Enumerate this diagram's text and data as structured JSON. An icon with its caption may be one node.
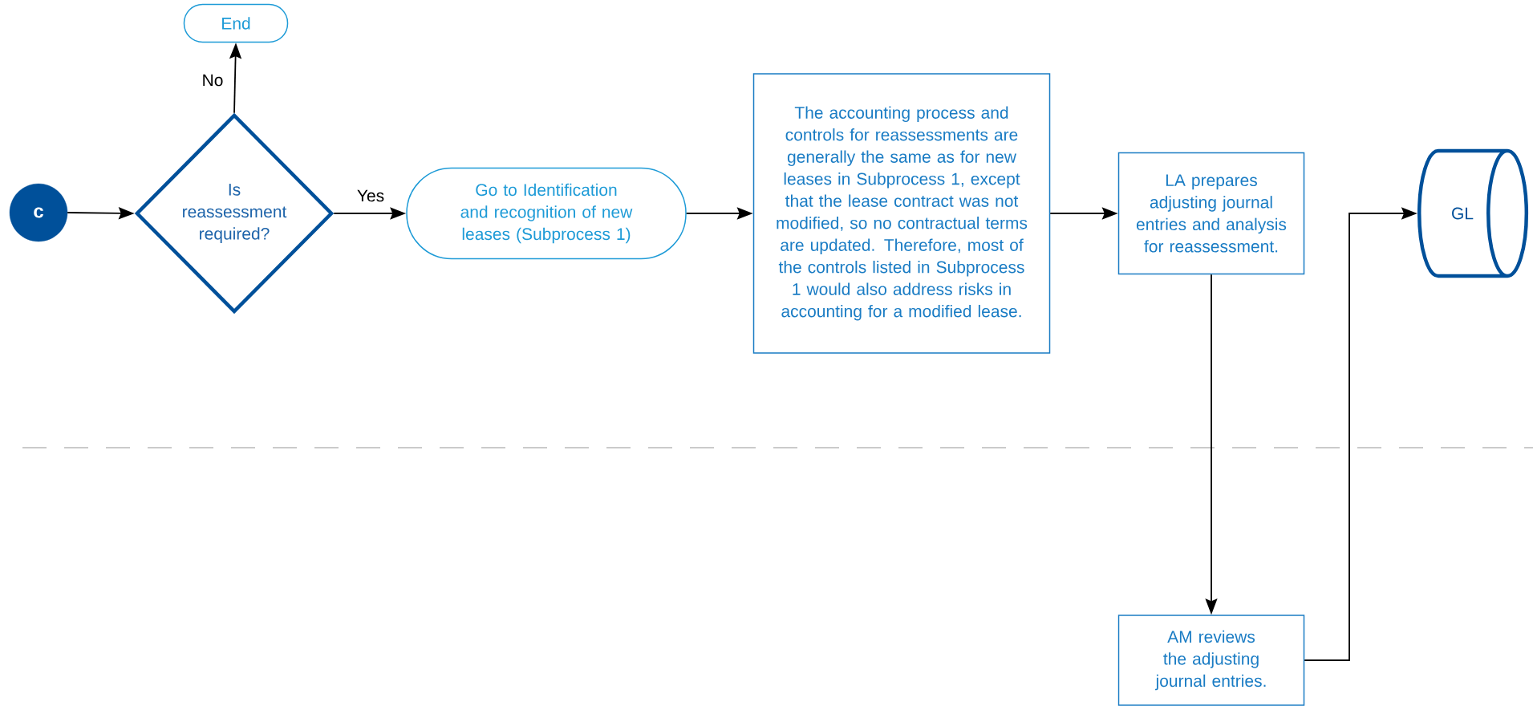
{
  "diagram": {
    "nodes": [
      {
        "text": [
          "c"
        ]
      },
      {
        "text": [
          "Is reassessment required?"
        ]
      },
      {
        "text": [
          "End"
        ]
      },
      {
        "text": [
          "Go to Identification and recognition of new leases (Subprocess 1)"
        ]
      },
      {
        "text": [
          "The accounting process and controls for reassessments are generally the same as for new leases in Subprocess 1, except that the lease contract was not modified, so no contractual terms are updated. Therefore, most of the controls listed in Subprocess 1 would also address risks in accounting for a modified lease."
        ]
      },
      {
        "text": [
          "LA prepares adjusting journal entries and analysis for reassessment."
        ]
      },
      {
        "text": [
          "AM reviews the adjusting journal entries."
        ]
      },
      {
        "text": [
          "GL"
        ]
      }
    ],
    "edges": [
      {
        "from": 0,
        "to": 1,
        "arrow": "to"
      },
      {
        "from": 1,
        "to": 2,
        "arrow": "to",
        "label": "No"
      },
      {
        "from": 1,
        "to": 3,
        "arrow": "to",
        "label": "Yes"
      },
      {
        "from": 3,
        "to": 4,
        "arrow": "to"
      },
      {
        "from": 4,
        "to": 5,
        "arrow": "to"
      },
      {
        "from": 5,
        "to": 6,
        "arrow": "to"
      },
      {
        "from": 6,
        "to": 7,
        "arrow": "to"
      }
    ]
  }
}
